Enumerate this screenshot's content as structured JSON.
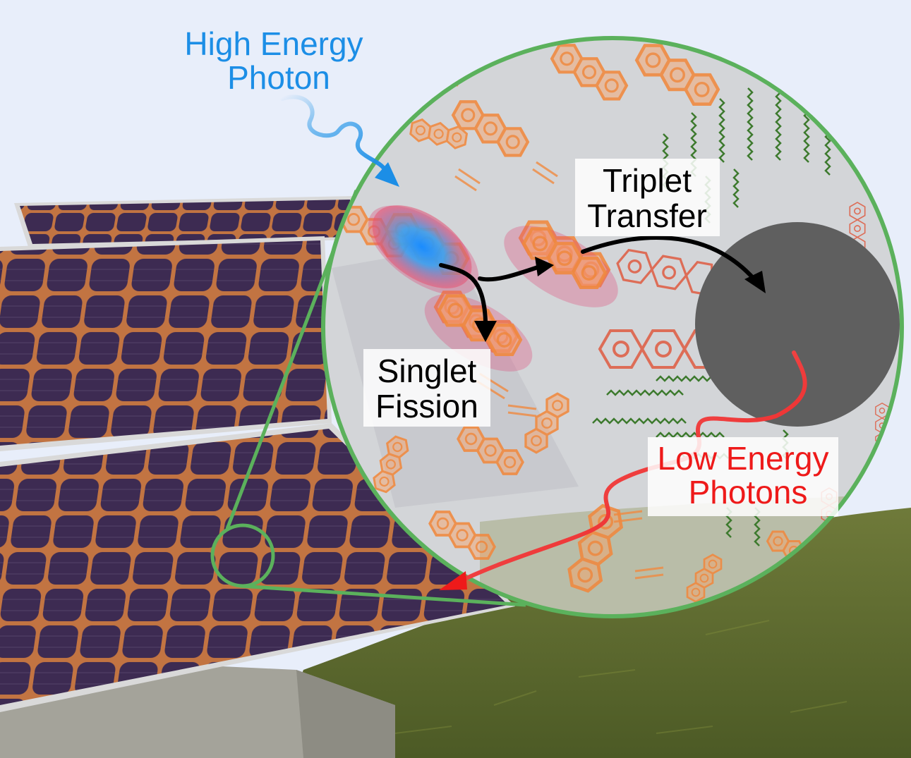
{
  "labels": {
    "high_energy_line1": "High Energy",
    "high_energy_line2": "Photon",
    "triplet_line1": "Triplet",
    "triplet_line2": "Transfer",
    "singlet_line1": "Singlet",
    "singlet_line2": "Fission",
    "low_energy_line1": "Low Energy",
    "low_energy_line2": "Photons"
  },
  "colors": {
    "sky": "#e8eefa",
    "grass": "#5e6a2e",
    "panel_cell": "#3b2a4e",
    "panel_copper": "#c0703e",
    "magnifier_ring": "#5bb15c",
    "high_energy_photon": "#2496e8",
    "low_energy_photon": "#ee2222",
    "molecule_orange": "#f39a55",
    "molecule_red": "#e05a40",
    "ligand_green": "#3d7a2e",
    "quantum_dot": "#5f5f5f",
    "fission_arrow": "#000000"
  }
}
